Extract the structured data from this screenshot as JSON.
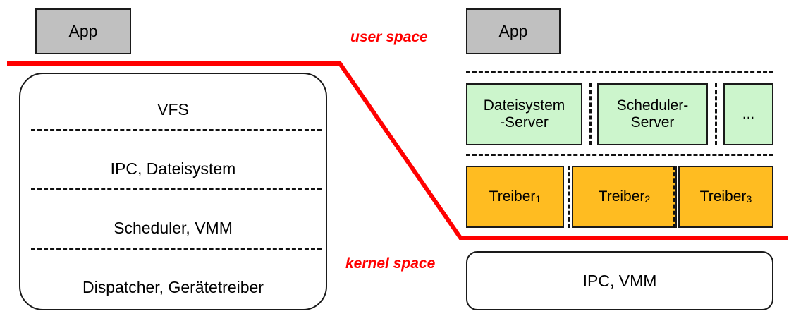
{
  "diagram": {
    "title_absent": true,
    "colors": {
      "app_fill": "#c0c0c0",
      "server_fill": "#ccf5cc",
      "driver_fill": "#ffbc21",
      "kernel_fill": "#ffffff",
      "boundary_line": "#ff0000",
      "outline": "#1a1a1a"
    },
    "labels": {
      "user_space": "user space",
      "kernel_space": "kernel space"
    },
    "left_architecture": {
      "app": "App",
      "kernel_layers": [
        "VFS",
        "IPC, Dateisystem",
        "Scheduler, VMM",
        "Dispatcher, Gerätetreiber"
      ]
    },
    "right_architecture": {
      "app": "App",
      "servers": [
        "Dateisystem\n-Server",
        "Scheduler-\nServer",
        "..."
      ],
      "drivers": [
        {
          "name": "Treiber",
          "index": "1"
        },
        {
          "name": "Treiber",
          "index": "2"
        },
        {
          "name": "Treiber",
          "index": "3"
        }
      ],
      "microkernel": "IPC, VMM"
    }
  }
}
